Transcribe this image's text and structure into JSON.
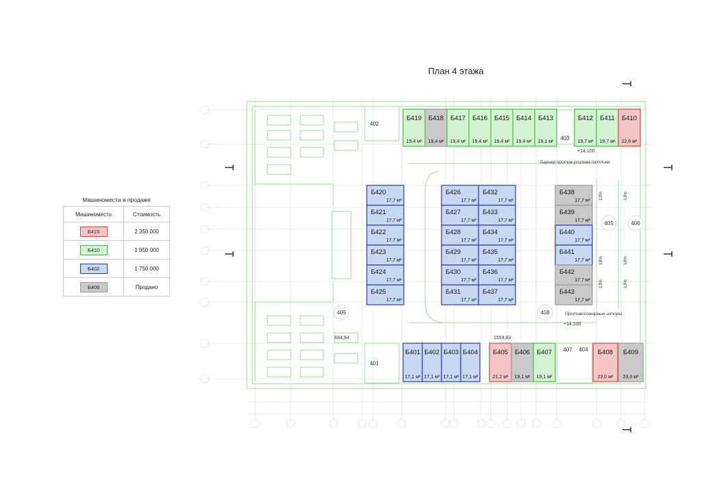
{
  "title": "План 4 этажа",
  "legend": {
    "title": "Машиноместа в продаже",
    "col_spot": "Машиноместо",
    "col_price": "Стоимость",
    "rows": [
      {
        "sample": "Б415",
        "price": "2 350 000",
        "fill": "#f6c6c6",
        "stroke": "#d9463f"
      },
      {
        "sample": "Б410",
        "price": "1 950 000",
        "fill": "#d3f2d1",
        "stroke": "#3cc441"
      },
      {
        "sample": "Б402",
        "price": "1 750 000",
        "fill": "#c7d8f2",
        "stroke": "#2e3aa8"
      },
      {
        "sample": "Б408",
        "price": "Продано",
        "fill": "#c9c9c9",
        "stroke": "#9a9a9a"
      }
    ]
  },
  "colors": {
    "red": {
      "fill": "#f6c6c6",
      "stroke": "#d9463f"
    },
    "green": {
      "fill": "#d3f2d1",
      "stroke": "#3cc441"
    },
    "blue": {
      "fill": "#c7d8f2",
      "stroke": "#2e3aa8"
    },
    "gray": {
      "fill": "#c9c9c9",
      "stroke": "#9a9a9a"
    },
    "plan_line": "#9fd89f"
  },
  "spots": {
    "top_row": [
      {
        "id": "Б419",
        "area": "19,4 м²",
        "status": "green"
      },
      {
        "id": "Б418",
        "area": "19,4 м²",
        "status": "gray"
      },
      {
        "id": "Б417",
        "area": "19,4 м²",
        "status": "green"
      },
      {
        "id": "Б416",
        "area": "19,4 м²",
        "status": "green"
      },
      {
        "id": "Б415",
        "area": "19,4 м²",
        "status": "green"
      },
      {
        "id": "Б414",
        "area": "19,4 м²",
        "status": "green"
      },
      {
        "id": "Б413",
        "area": "19,1 м²",
        "status": "green"
      },
      {
        "id": "Б412",
        "area": "19,7 м²",
        "status": "green"
      },
      {
        "id": "Б411",
        "area": "19,7 м²",
        "status": "green"
      },
      {
        "id": "Б410",
        "area": "22,6 м²",
        "status": "red"
      }
    ],
    "col1": [
      {
        "id": "Б420",
        "area": "17,7 м²",
        "status": "blue"
      },
      {
        "id": "Б421",
        "area": "17,7 м²",
        "status": "blue"
      },
      {
        "id": "Б422",
        "area": "17,7 м²",
        "status": "blue"
      },
      {
        "id": "Б423",
        "area": "17,7 м²",
        "status": "blue"
      },
      {
        "id": "Б424",
        "area": "17,7 м²",
        "status": "blue"
      },
      {
        "id": "Б425",
        "area": "17,7 м²",
        "status": "blue"
      }
    ],
    "col2": [
      {
        "id": "Б426",
        "area": "17,7 м²",
        "status": "blue"
      },
      {
        "id": "Б427",
        "area": "17,7 м²",
        "status": "blue"
      },
      {
        "id": "Б428",
        "area": "17,7 м²",
        "status": "blue"
      },
      {
        "id": "Б429",
        "area": "17,7 м²",
        "status": "blue"
      },
      {
        "id": "Б430",
        "area": "17,7 м²",
        "status": "blue"
      },
      {
        "id": "Б431",
        "area": "17,7 м²",
        "status": "blue"
      }
    ],
    "col3": [
      {
        "id": "Б432",
        "area": "17,7 м²",
        "status": "blue"
      },
      {
        "id": "Б433",
        "area": "17,7 м²",
        "status": "blue"
      },
      {
        "id": "Б434",
        "area": "17,7 м²",
        "status": "blue"
      },
      {
        "id": "Б435",
        "area": "17,7 м²",
        "status": "blue"
      },
      {
        "id": "Б436",
        "area": "17,7 м²",
        "status": "blue"
      },
      {
        "id": "Б437",
        "area": "17,7 м²",
        "status": "blue"
      }
    ],
    "col4": [
      {
        "id": "Б438",
        "area": "17,7 м²",
        "status": "gray"
      },
      {
        "id": "Б439",
        "area": "17,7 м²",
        "status": "gray"
      },
      {
        "id": "Б440",
        "area": "17,7 м²",
        "status": "blue"
      },
      {
        "id": "Б441",
        "area": "17,7 м²",
        "status": "blue"
      },
      {
        "id": "Б442",
        "area": "17,7 м²",
        "status": "gray"
      },
      {
        "id": "Б443",
        "area": "17,7 м²",
        "status": "gray"
      }
    ],
    "bottom_left": [
      {
        "id": "Б401",
        "area": "17,1 м²",
        "status": "blue"
      },
      {
        "id": "Б402",
        "area": "17,1 м²",
        "status": "blue"
      },
      {
        "id": "Б403",
        "area": "17,1 м²",
        "status": "blue"
      },
      {
        "id": "Б404",
        "area": "17,1 м²",
        "status": "blue"
      }
    ],
    "bottom_mid": [
      {
        "id": "Б405",
        "area": "21,2 м²",
        "status": "red"
      },
      {
        "id": "Б406",
        "area": "19,1 м²",
        "status": "gray"
      },
      {
        "id": "Б407",
        "area": "19,1 м²",
        "status": "green"
      }
    ],
    "bottom_right": [
      {
        "id": "Б408",
        "area": "23,0 м²",
        "status": "red"
      },
      {
        "id": "Б409",
        "area": "23,0 м²",
        "status": "gray"
      }
    ]
  },
  "rooms": [
    "402",
    "403",
    "405",
    "406",
    "408",
    "409",
    "401",
    "407",
    "404"
  ],
  "annotations": {
    "elev_top": "+14,100",
    "elev_mid": "+14,100",
    "barrier": "Барьер против розлива топлива",
    "fire_curtains": "Противопожарные шторы",
    "dim_left": "684,94",
    "dim_right": "1559,83",
    "slopes": [
      "13%",
      "13%",
      "18%",
      "18%",
      "13%",
      "13%"
    ]
  }
}
